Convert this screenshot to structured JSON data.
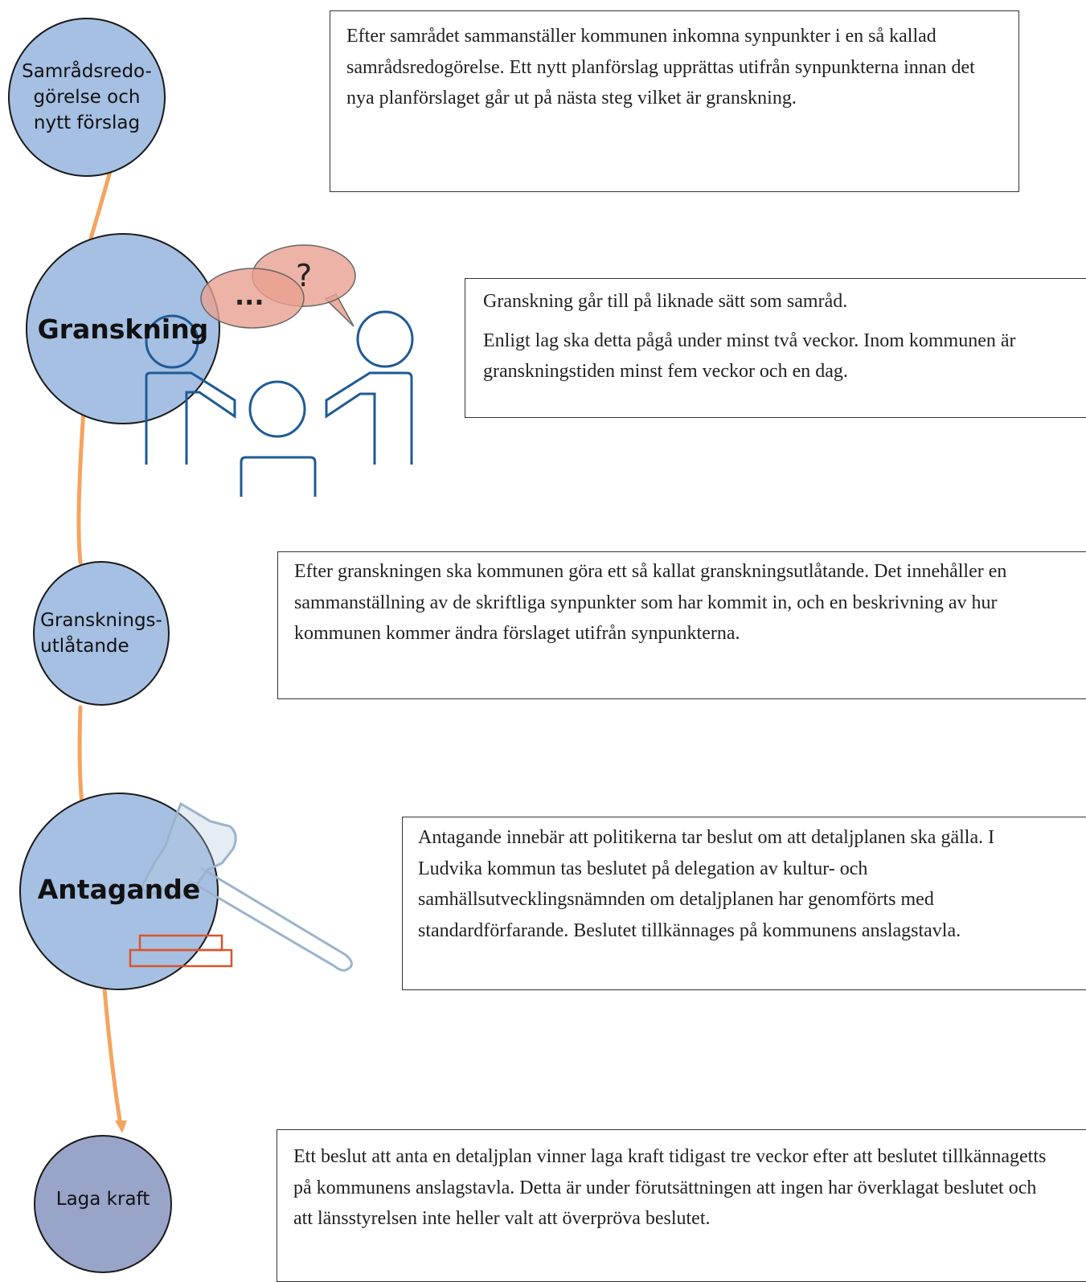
{
  "steps": [
    {
      "label": "Samrådsredo-\ngörelse och\nnytt förslag"
    },
    {
      "label": "Granskning"
    },
    {
      "label": "Gransknings-\nutlåtande"
    },
    {
      "label": "Antagande"
    },
    {
      "label": "Laga kraft"
    }
  ],
  "boxes": [
    {
      "text": "Efter samrådet sammanställer kommunen inkomna synpunkter i en så kallad samrådsredogörelse. Ett nytt planförslag upprättas utifrån synpunkterna innan det nya planförslaget går ut på nästa steg vilket är granskning."
    },
    {
      "text": "Granskning går till på liknade sätt som samråd.",
      "text2": "Enligt lag ska detta pågå under minst två veckor. Inom kommunen är granskningstiden minst fem veckor och en dag."
    },
    {
      "text": "Efter granskningen ska kommunen göra ett så kallat granskningsutlåtande. Det innehåller en sammanställning av de skriftliga synpunkter som har kommit in, och en beskrivning av hur kommunen kommer ändra förslaget utifrån synpunkterna."
    },
    {
      "text": "Antagande innebär att politikerna tar beslut om att detaljplanen ska gälla. I Ludvika kommun tas beslutet på delegation av kultur- och samhällsutvecklingsnämnden om detaljplanen har genomförts med standardförfarande. Beslutet tillkännages på kommunens anslagstavla."
    },
    {
      "text": "Ett beslut att anta en detaljplan vinner laga kraft tidigast tre veckor efter att beslutet tillkännagetts på kommunens anslagstavla. Detta är under förutsättningen att ingen har överklagat beslutet och att länsstyrelsen inte heller valt att överpröva beslutet."
    }
  ],
  "bubbles": {
    "dots": "...",
    "question": "?"
  },
  "colors": {
    "connector": "#f4a460",
    "circle": "#a6c0e3",
    "circle_dark": "#98a5c9",
    "people": "#1f5a96",
    "bubble": "#e8a090",
    "gavel": "#9bb4cc",
    "stamp": "#d9542b"
  },
  "icons": {
    "discussion": "people-discussion-icon",
    "gavel": "gavel-icon"
  }
}
